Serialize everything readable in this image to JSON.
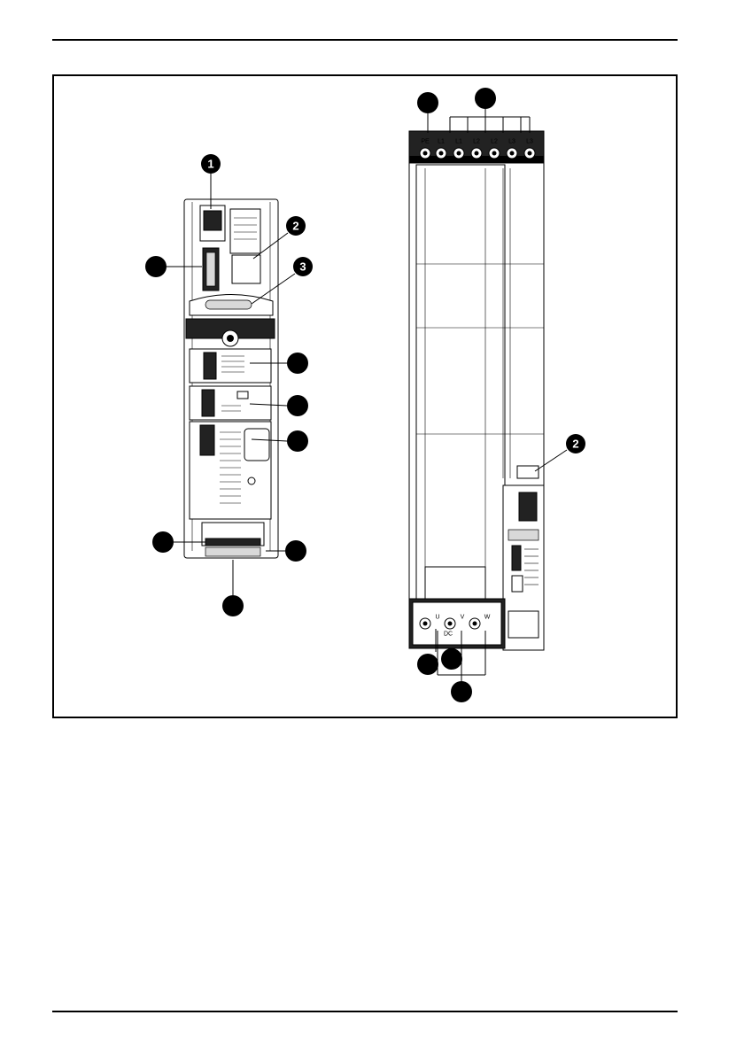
{
  "callouts_left": [
    {
      "id": "callout-1",
      "label": "1"
    },
    {
      "id": "callout-2-left",
      "label": "2"
    },
    {
      "id": "callout-3",
      "label": "3"
    },
    {
      "id": "callout-left-a",
      "label": ""
    },
    {
      "id": "callout-right-a",
      "label": ""
    },
    {
      "id": "callout-right-b",
      "label": ""
    },
    {
      "id": "callout-right-c",
      "label": ""
    },
    {
      "id": "callout-left-b",
      "label": ""
    },
    {
      "id": "callout-right-d",
      "label": ""
    },
    {
      "id": "callout-bottom-left",
      "label": ""
    }
  ],
  "callouts_right": [
    {
      "id": "callout-top-a",
      "label": ""
    },
    {
      "id": "callout-top-b",
      "label": ""
    },
    {
      "id": "callout-2-right",
      "label": "2"
    },
    {
      "id": "callout-bottom-a",
      "label": ""
    },
    {
      "id": "callout-bottom-b",
      "label": ""
    },
    {
      "id": "callout-bottom-c",
      "label": ""
    }
  ],
  "terminals_top": [
    "PE",
    "L1",
    "L1",
    "L2",
    "L2",
    "L3",
    "L3"
  ],
  "terminals_bottom": [
    "U",
    "V",
    "W"
  ],
  "terminal_dc": "DC"
}
